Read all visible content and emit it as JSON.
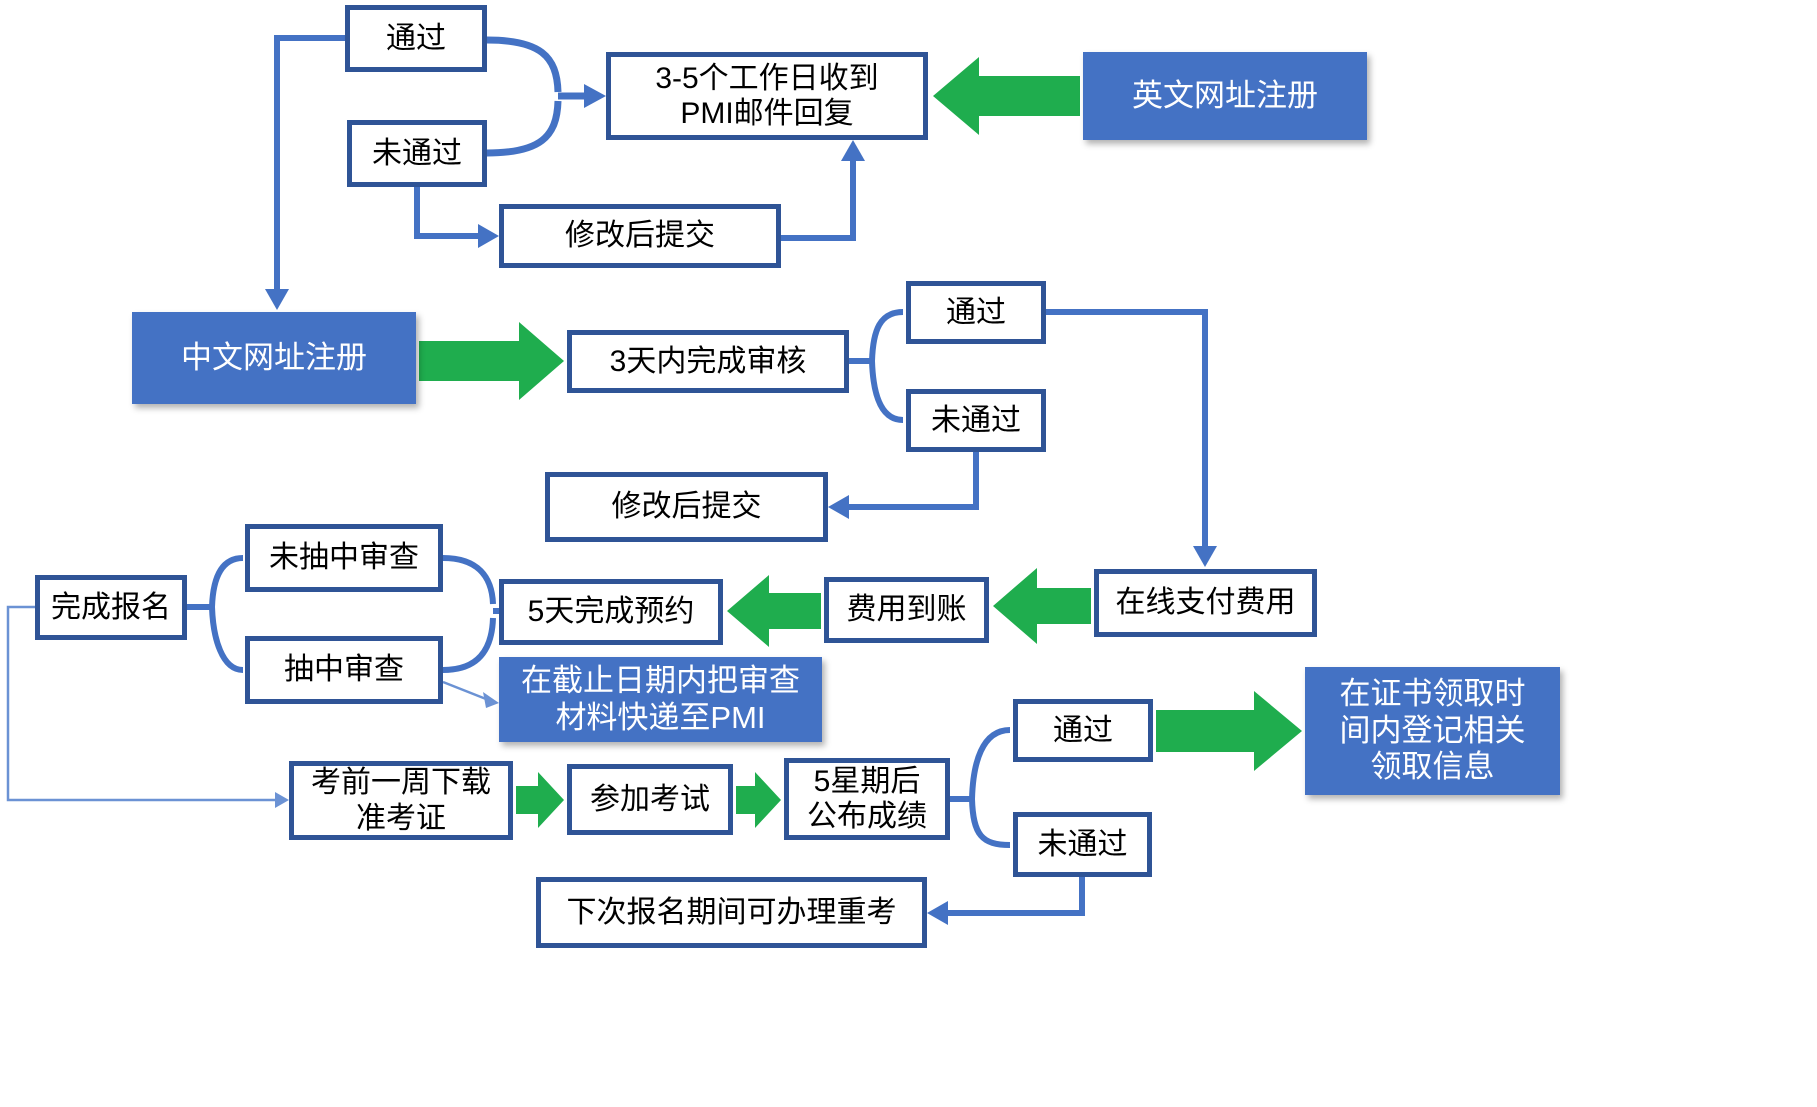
{
  "diagram": {
    "type": "flowchart",
    "language": "zh-CN",
    "topic": "PMI exam registration process flow"
  },
  "colors": {
    "node_border": "#2f5496",
    "node_fill": "#ffffff",
    "blue_node_fill": "#4472c4",
    "blue_node_text": "#ffffff",
    "connector_blue": "#4472c4",
    "connector_thin_blue": "#6b92d4",
    "arrow_green": "#1fad4e",
    "text_dark": "#000000"
  },
  "nodes": {
    "pass_top": {
      "label": "通过"
    },
    "fail_top": {
      "label": "未通过"
    },
    "reply_3_5": {
      "label": "3-5个工作日收到\nPMI邮件回复"
    },
    "resubmit_top": {
      "label": "修改后提交"
    },
    "eng_reg": {
      "label": "英文网址注册"
    },
    "cn_reg": {
      "label": "中文网址注册"
    },
    "review_3d": {
      "label": "3天内完成审核"
    },
    "pass_mid": {
      "label": "通过"
    },
    "fail_mid": {
      "label": "未通过"
    },
    "resubmit_mid": {
      "label": "修改后提交"
    },
    "complete_reg": {
      "label": "完成报名"
    },
    "not_selected": {
      "label": "未抽中审查"
    },
    "selected": {
      "label": "抽中审查"
    },
    "book_5d": {
      "label": "5天完成预约"
    },
    "fee_received": {
      "label": "费用到账"
    },
    "pay_online": {
      "label": "在线支付费用"
    },
    "mail_pmi": {
      "label": "在截止日期内把审查\n材料快递至PMI"
    },
    "download_ticket": {
      "label": "考前一周下载\n准考证"
    },
    "take_exam": {
      "label": "参加考试"
    },
    "results_5w": {
      "label": "5星期后\n公布成绩"
    },
    "pass_btm": {
      "label": "通过"
    },
    "fail_btm": {
      "label": "未通过"
    },
    "cert_info": {
      "label": "在证书领取时\n间内登记相关\n领取信息"
    },
    "retake": {
      "label": "下次报名期间可办理重考"
    }
  },
  "edges": [
    {
      "from": "eng_reg",
      "to": "reply_3_5",
      "style": "green-block-arrow"
    },
    {
      "from": "reply_3_5",
      "to": "pass_top",
      "style": "blue-brace"
    },
    {
      "from": "reply_3_5",
      "to": "fail_top",
      "style": "blue-brace"
    },
    {
      "from": "pass_top",
      "to": "cn_reg",
      "style": "blue-arrow"
    },
    {
      "from": "fail_top",
      "to": "resubmit_top",
      "style": "blue-arrow"
    },
    {
      "from": "resubmit_top",
      "to": "reply_3_5",
      "style": "blue-arrow"
    },
    {
      "from": "cn_reg",
      "to": "review_3d",
      "style": "green-block-arrow"
    },
    {
      "from": "review_3d",
      "to": "pass_mid",
      "style": "blue-brace"
    },
    {
      "from": "review_3d",
      "to": "fail_mid",
      "style": "blue-brace"
    },
    {
      "from": "fail_mid",
      "to": "resubmit_mid",
      "style": "blue-arrow"
    },
    {
      "from": "pass_mid",
      "to": "pay_online",
      "style": "blue-arrow"
    },
    {
      "from": "pay_online",
      "to": "fee_received",
      "style": "green-block-arrow"
    },
    {
      "from": "fee_received",
      "to": "book_5d",
      "style": "green-block-arrow"
    },
    {
      "from": "book_5d",
      "to": "not_selected",
      "style": "blue-brace"
    },
    {
      "from": "book_5d",
      "to": "selected",
      "style": "blue-brace"
    },
    {
      "from": "not_selected",
      "to": "complete_reg",
      "style": "blue-brace"
    },
    {
      "from": "selected",
      "to": "complete_reg",
      "style": "blue-brace"
    },
    {
      "from": "selected",
      "to": "mail_pmi",
      "style": "thin-blue-arrow"
    },
    {
      "from": "complete_reg",
      "to": "download_ticket",
      "style": "thin-blue-arrow"
    },
    {
      "from": "download_ticket",
      "to": "take_exam",
      "style": "green-block-arrow"
    },
    {
      "from": "take_exam",
      "to": "results_5w",
      "style": "green-block-arrow"
    },
    {
      "from": "results_5w",
      "to": "pass_btm",
      "style": "blue-brace"
    },
    {
      "from": "results_5w",
      "to": "fail_btm",
      "style": "blue-brace"
    },
    {
      "from": "pass_btm",
      "to": "cert_info",
      "style": "green-block-arrow"
    },
    {
      "from": "fail_btm",
      "to": "retake",
      "style": "blue-arrow"
    }
  ]
}
